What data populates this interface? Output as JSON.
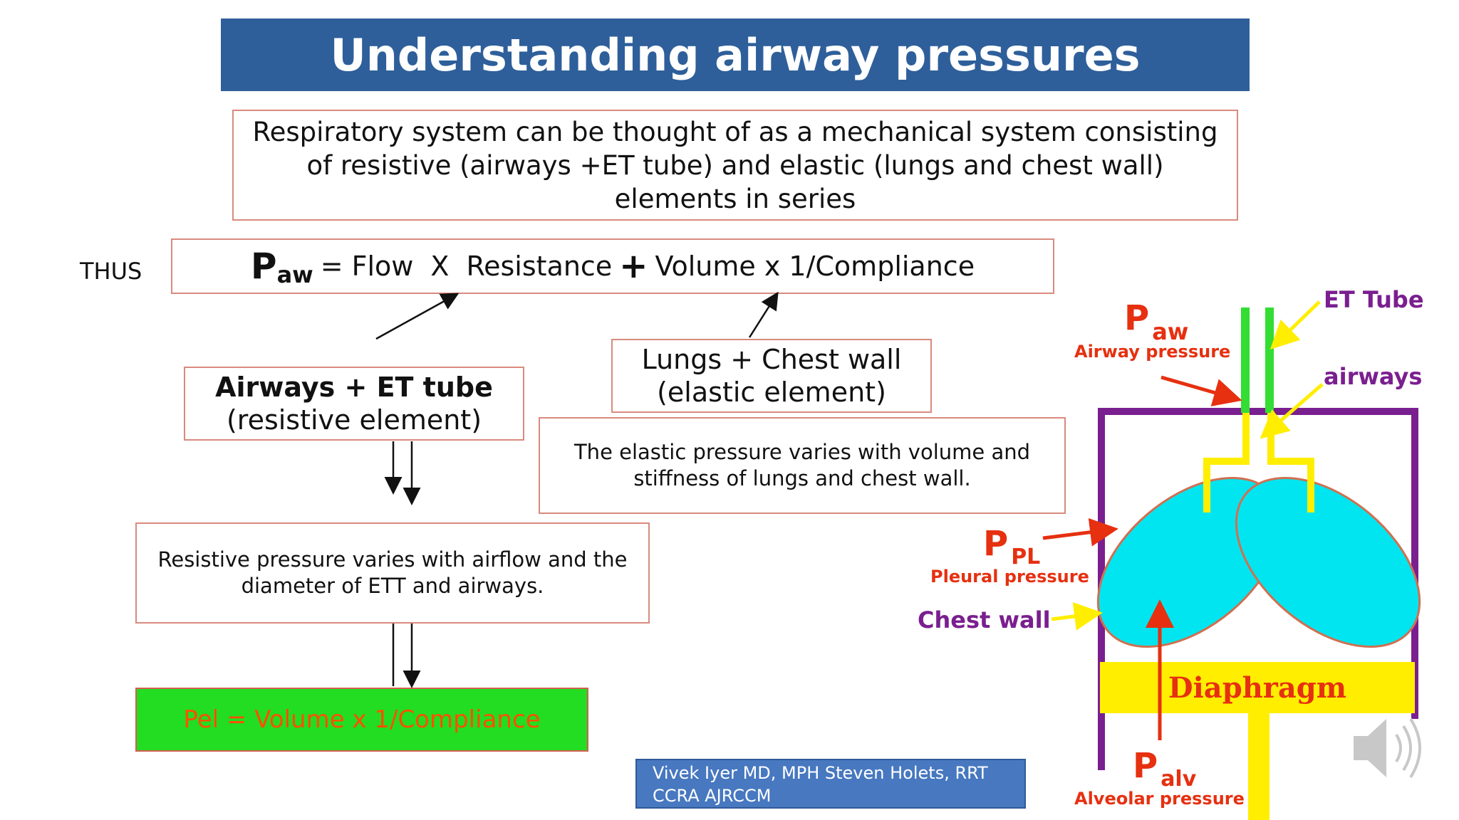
{
  "title": "Understanding airway pressures",
  "intro": "Respiratory system can be thought of as a mechanical system consisting of resistive (airways +ET tube) and elastic (lungs and chest wall) elements in series",
  "thus_label": "THUS",
  "equation": {
    "p": "P",
    "sub": "aw",
    "part1": "= Flow",
    "x": "X",
    "part2": "Resistance",
    "plus": "+",
    "part3": "Volume x 1/Compliance"
  },
  "airways_box": {
    "line1": "Airways + ET tube",
    "line2": "(resistive element)"
  },
  "lungs_box": {
    "line1": "Lungs + Chest wall",
    "line2": "(elastic element)"
  },
  "elastic_text": "The elastic pressure varies with volume and stiffness of lungs and chest wall.",
  "resistive_text": "Resistive pressure varies with airflow and the diameter of  ETT and airways.",
  "pel_formula": "Pel = Volume x 1/Compliance",
  "author": "Vivek Iyer MD, MPH Steven Holets, RRT CCRA AJRCCM",
  "diagram": {
    "paw": {
      "p": "P",
      "sub": "aw",
      "desc": "Airway pressure"
    },
    "ppl": {
      "p": "P",
      "sub": "PL",
      "desc": "Pleural pressure"
    },
    "palv": {
      "p": "P",
      "sub": "alv",
      "desc": "Alveolar pressure"
    },
    "et_tube": "ET Tube",
    "airways": "airways",
    "chest_wall": "Chest wall",
    "diaphragm": "Diaphragm"
  },
  "icons": {
    "speaker": "speaker-icon"
  },
  "colors": {
    "title_bg": "#2e5f9a",
    "box_border": "#d98a7e",
    "pel_bg": "#22dd22",
    "pel_text": "#ff5000",
    "lung": "#00e5f0",
    "airway_yellow": "#ffee00",
    "et_green": "#33dd33",
    "chest_wall_purple": "#7a1f8f",
    "red_label": "#e63010"
  }
}
